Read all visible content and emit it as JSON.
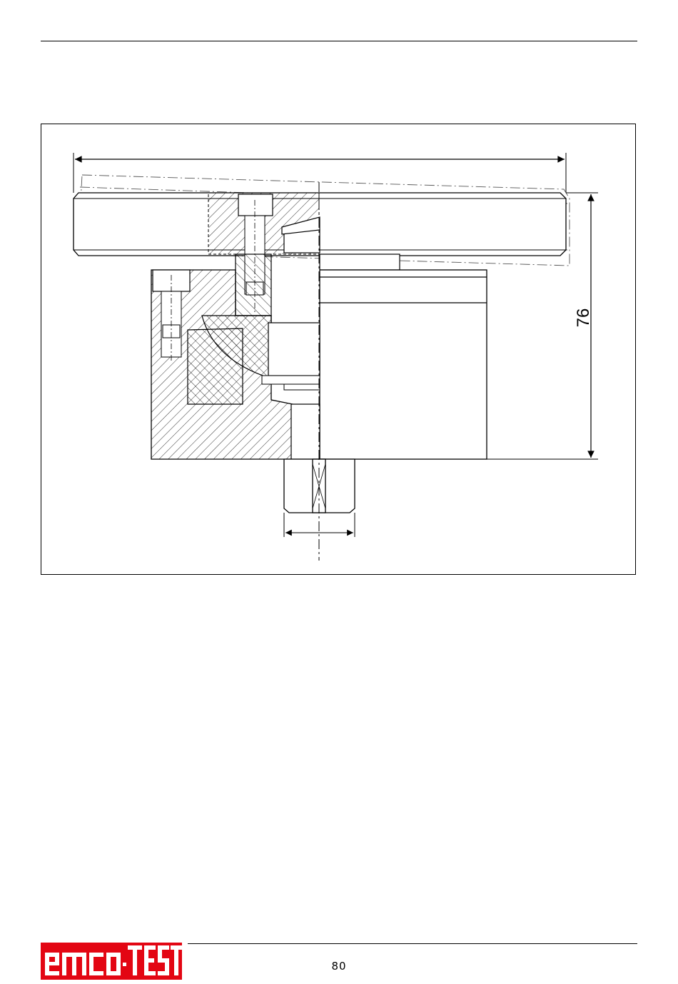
{
  "page": {
    "number": "80"
  },
  "figure": {
    "dimension_label": "76",
    "hatch_color": "#000000",
    "phantom_color": "#555555"
  },
  "logo": {
    "text": "emco·TEST",
    "color": "#e30613"
  }
}
